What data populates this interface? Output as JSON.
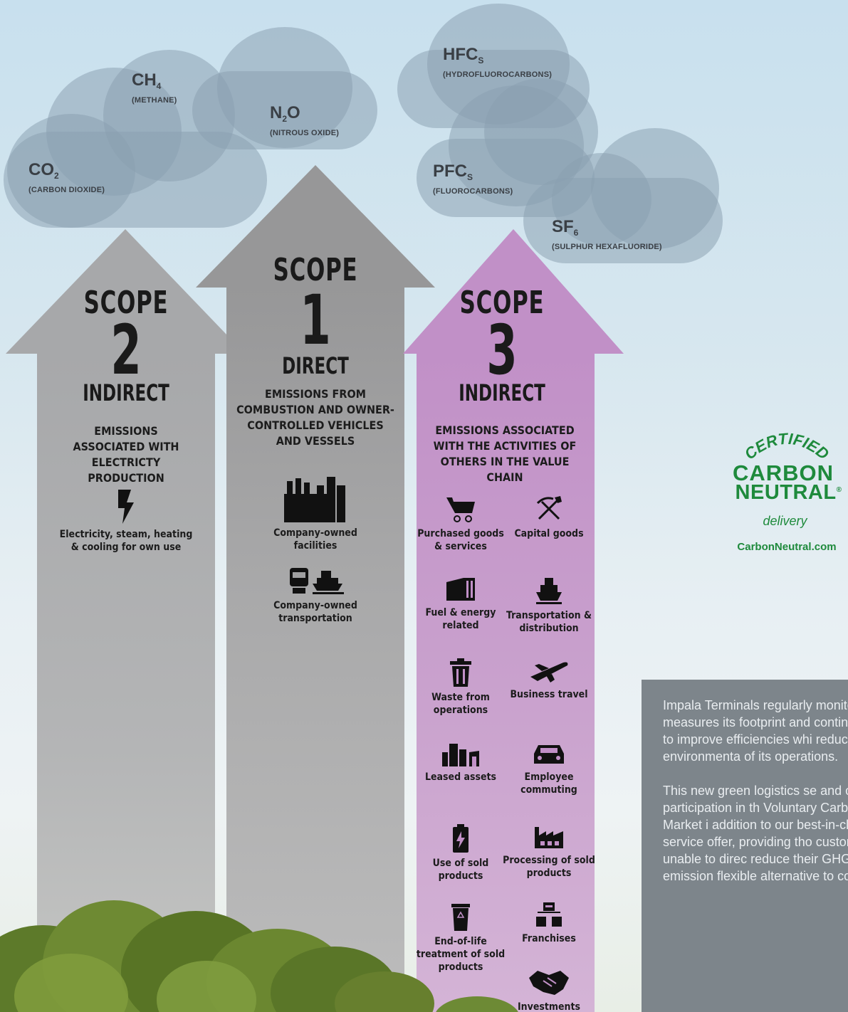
{
  "gases": [
    {
      "id": "co2",
      "symbol": "CO",
      "sub": "2",
      "name": "(CARBON DIOXIDE)"
    },
    {
      "id": "ch4",
      "symbol": "CH",
      "sub": "4",
      "name": "(METHANE)"
    },
    {
      "id": "n2o",
      "symbol": "N",
      "sub": "2",
      "tail": "O",
      "name": "(NITROUS OXIDE)"
    },
    {
      "id": "hfc",
      "symbol": "HFC",
      "sub": "S",
      "name": "(HYDROFLUOROCARBONS)"
    },
    {
      "id": "pfc",
      "symbol": "PFC",
      "sub": "S",
      "name": "(FLUOROCARBONS)"
    },
    {
      "id": "sf6",
      "symbol": "SF",
      "sub": "6",
      "name": "(SULPHUR HEXAFLUORIDE)"
    }
  ],
  "scopes": {
    "scope2": {
      "word": "SCOPE",
      "number": "2",
      "type": "INDIRECT",
      "description": "EMISSIONS ASSOCIATED WITH ELECTRICTY PRODUCTION",
      "items": [
        {
          "icon": "lightning-icon",
          "label": "Electricity, steam, heating & cooling for own use"
        }
      ]
    },
    "scope1": {
      "word": "SCOPE",
      "number": "1",
      "type": "DIRECT",
      "description": "EMISSIONS FROM COMBUSTION AND OWNER-CONTROLLED VEHICLES AND VESSELS",
      "items": [
        {
          "icon": "factory-icon",
          "label": "Company-owned facilities"
        },
        {
          "icon": "truck-ship-icon",
          "label": "Company-owned transportation"
        }
      ]
    },
    "scope3": {
      "word": "SCOPE",
      "number": "3",
      "type": "INDIRECT",
      "description": "EMISSIONS ASSOCIATED WITH THE ACTIVITIES OF OTHERS IN THE VALUE CHAIN",
      "items": [
        {
          "icon": "shopping-cart-icon",
          "label": "Purchased goods & services"
        },
        {
          "icon": "pickaxe-shovel-icon",
          "label": "Capital goods"
        },
        {
          "icon": "fuel-tank-icon",
          "label": "Fuel & energy related"
        },
        {
          "icon": "ship-icon",
          "label": "Transportation & distribution"
        },
        {
          "icon": "trash-bin-icon",
          "label": "Waste from operations"
        },
        {
          "icon": "airplane-icon",
          "label": "Business travel"
        },
        {
          "icon": "buildings-icon",
          "label": "Leased assets"
        },
        {
          "icon": "car-icon",
          "label": "Employee commuting"
        },
        {
          "icon": "battery-icon",
          "label": "Use of sold products"
        },
        {
          "icon": "factory-roof-icon",
          "label": "Processing of sold products"
        },
        {
          "icon": "recycle-bin-icon",
          "label": "End-of-life treatment of sold products"
        },
        {
          "icon": "franchise-icon",
          "label": "Franchises"
        },
        {
          "icon": "handshake-icon",
          "label": "Investments"
        }
      ]
    }
  },
  "badge": {
    "top_text": "CERTIFIED",
    "line1": "CARBON",
    "line2": "NEUTRAL",
    "reg": "®",
    "sub": "delivery",
    "url": "CarbonNeutral.com"
  },
  "info": {
    "paragraphs": [
      "Impala Terminals regularly monitors and measures its footprint and continuously to improve efficiencies whi reducing the environmenta of its operations.",
      "This new green logistics se and our participation in th Voluntary Carbon Market i addition to our best-in-cla service offer, providing tho customers unable to direc reduce their GHG emission flexible alternative to comp"
    ]
  },
  "colors": {
    "scope2_arrow": "#a7a8aa",
    "scope1_arrow": "#979798",
    "scope3_arrow": "#c190c7",
    "badge_green": "#1e8a3c",
    "info_bg": "#7d858b"
  }
}
